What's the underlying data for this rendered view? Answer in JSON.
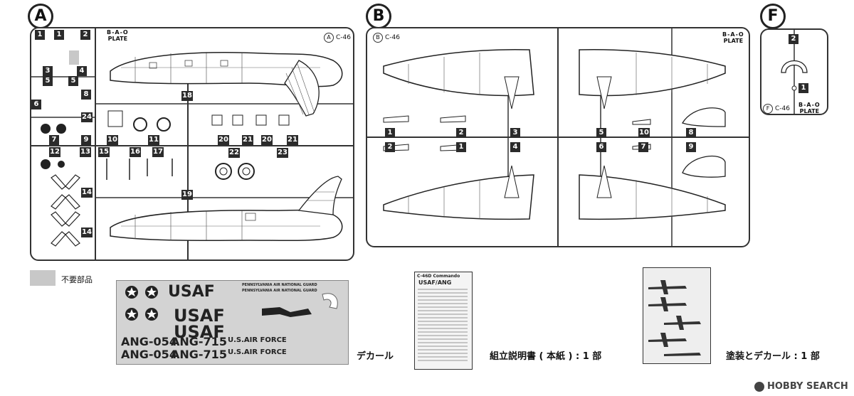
{
  "sprues": {
    "A": {
      "label": "A",
      "header": "C-46",
      "inner_badge": "A",
      "plate_top": "B-A-O",
      "plate_bottom": "PLATE"
    },
    "B": {
      "label": "B",
      "header": "C-46",
      "inner_badge": "B",
      "plate_top": "B-A-O",
      "plate_bottom": "PLATE"
    },
    "F": {
      "label": "F",
      "header": "C-46",
      "inner_badge": "F",
      "plate_top": "B-A-O",
      "plate_bottom": "PLATE"
    }
  },
  "part_numbers_a": {
    "n1a": "1",
    "n1b": "1",
    "n2": "2",
    "n3": "3",
    "n4": "4",
    "n5a": "5",
    "n5b": "5",
    "n6": "6",
    "n7": "7",
    "n8": "8",
    "n9": "9",
    "n10": "10",
    "n11": "11",
    "n12": "12",
    "n13": "13",
    "n14a": "14",
    "n14b": "14",
    "n15": "15",
    "n16": "16",
    "n17": "17",
    "n18": "18",
    "n19": "19",
    "n20a": "20",
    "n20b": "20",
    "n21a": "21",
    "n21b": "21",
    "n22": "22",
    "n23": "23",
    "n24": "24"
  },
  "part_numbers_b": {
    "l1": "1",
    "l2": "2",
    "l2b": "2",
    "l1b": "1",
    "l3": "3",
    "l4": "4",
    "r5": "5",
    "r6": "6",
    "r10": "10",
    "r7": "7",
    "r8": "8",
    "r9": "9"
  },
  "part_numbers_f": {
    "f2": "2",
    "f1": "1"
  },
  "legend": {
    "text": "不要部品",
    "swatch_color": "#c8c8c8"
  },
  "decal": {
    "usaf1": "USAF",
    "usaf2": "USAF",
    "usaf3": "USAF",
    "ang1": "ANG-054",
    "ang2": "ANG-715",
    "ang3": "ANG-054",
    "ang4": "ANG-715",
    "usforce1": "U.S.AIR FORCE",
    "usforce2": "U.S.AIR FORCE",
    "guard1": "PENNSYLVANIA AIR NATIONAL GUARD",
    "guard2": "PENNSYLVANIA AIR NATIONAL GUARD",
    "caption": "デカール"
  },
  "manual": {
    "title": "C-46D Commando",
    "subtitle": "USAF/ANG",
    "caption": "組立説明書 ( 本紙 ) : 1 部"
  },
  "painting": {
    "caption": "塗装とデカール : 1 部"
  },
  "watermark": "HOBBY SEARCH"
}
